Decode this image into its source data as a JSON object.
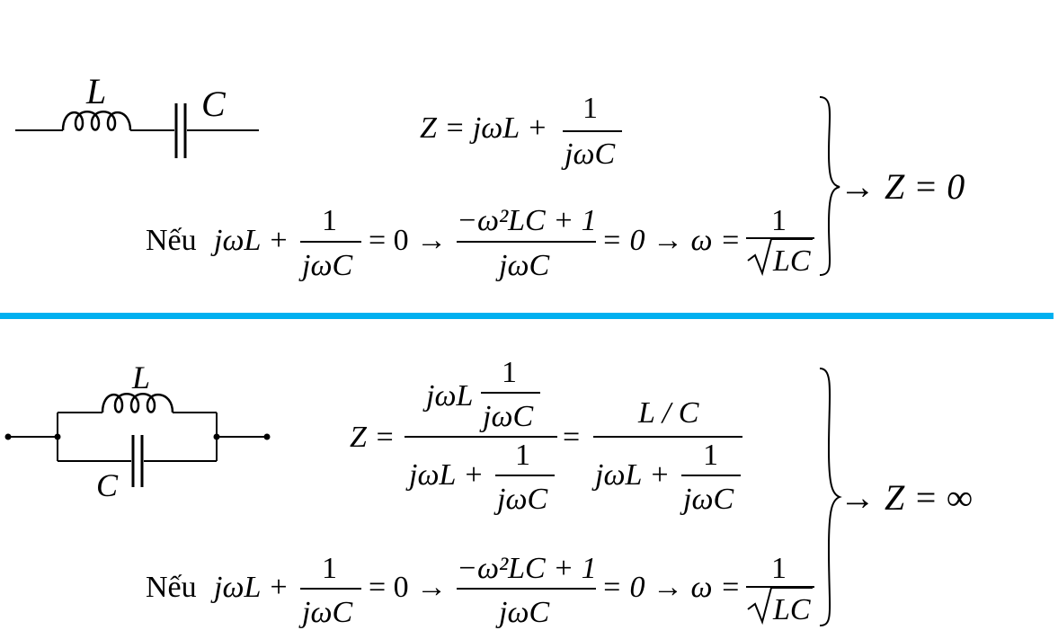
{
  "circuit_series": {
    "label_L": "L",
    "label_C": "C"
  },
  "circuit_parallel": {
    "label_L": "L",
    "label_C": "C"
  },
  "divider_color": "#00b0f0",
  "series": {
    "eq1": {
      "lhs": "Z = jωL +",
      "num": "1",
      "den": "jωC"
    },
    "cond": {
      "word": "Nếu",
      "t1": "jωL +",
      "f1_num": "1",
      "f1_den": "jωC",
      "t2": "= 0 →",
      "f2_num": "−ω²LC + 1",
      "f2_den": "jωC",
      "t3": "= 0 → ω =",
      "f3_num": "1",
      "f3_den": "LC"
    },
    "result": "→ Z = 0"
  },
  "parallel": {
    "eq1": {
      "lhs": "Z =",
      "f1_num_a": "jωL",
      "f1_num_num": "1",
      "f1_num_den": "jωC",
      "f1_den_a": "jωL +",
      "f1_den_num": "1",
      "f1_den_den": "jωC",
      "eq": "=",
      "f2_num": "L / C",
      "f2_den_a": "jωL +",
      "f2_den_num": "1",
      "f2_den_den": "jωC"
    },
    "cond": {
      "word": "Nếu",
      "t1": "jωL +",
      "f1_num": "1",
      "f1_den": "jωC",
      "t2": "= 0 →",
      "f2_num": "−ω²LC + 1",
      "f2_den": "jωC",
      "t3": "= 0 → ω =",
      "f3_num": "1",
      "f3_den": "LC"
    },
    "result": "→ Z = ∞"
  }
}
